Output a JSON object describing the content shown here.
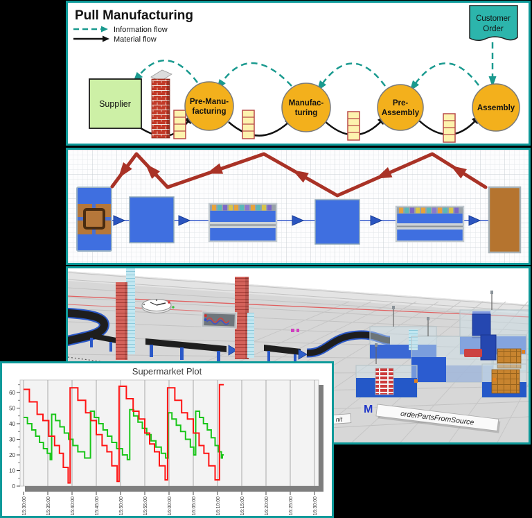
{
  "colors": {
    "panel_border": "#0d9a9a",
    "background": "#000000",
    "info_flow_teal": "#1a9a8f",
    "material_flow_black": "#111111",
    "process_node_orange": "#f3b01c",
    "supplier_green": "#cdf0a6",
    "customer_order_teal": "#2cb5ac",
    "sim_blue": "#3f6fe0",
    "sim_arrow_blue": "#2b55c0",
    "kanban_red_arrow": "#a93226",
    "drain_brown": "#b5742f",
    "series_red": "#ff1414",
    "series_green": "#19c619"
  },
  "process_chain": {
    "title": "Pull Manufacturing",
    "legend": [
      {
        "label": "Information flow",
        "style": "dashed-teal-arrow"
      },
      {
        "label": "Material flow",
        "style": "solid-black-arrow"
      }
    ],
    "customer_order": {
      "lines": [
        "Customer",
        "Order"
      ]
    },
    "nodes": [
      {
        "id": "supplier",
        "shape": "rect",
        "lines": [
          "Supplier"
        ]
      },
      {
        "id": "pre-manufacturing",
        "shape": "circle",
        "lines": [
          "Pre-Manu-",
          "facturing"
        ]
      },
      {
        "id": "manufacturing",
        "shape": "circle",
        "lines": [
          "Manufac-",
          "turing"
        ]
      },
      {
        "id": "pre-assembly",
        "shape": "circle",
        "lines": [
          "Pre-",
          "Assembly"
        ]
      },
      {
        "id": "assembly",
        "shape": "circle",
        "lines": [
          "Assembly"
        ]
      }
    ],
    "decorations": [
      "brick-pallet-stack-icon",
      "kanban-queue-icon-x4"
    ]
  },
  "sim_2d": {
    "blocks": [
      "source-pallet-block",
      "station-block",
      "supermarket-block",
      "station-block",
      "supermarket-block",
      "drain-block"
    ],
    "flow": "left-to-right material, right-to-left red kanban zigzag"
  },
  "sim_3d": {
    "labels": {
      "method_marker": "M",
      "method_name": "orderPartsFromSource",
      "partial_label": "nit"
    },
    "objects": [
      "s-curve-conveyor",
      "straight-conveyors",
      "red-ring-tower-x2",
      "cyan-ring-tower-x2",
      "analog-clock",
      "mini-plot-plaque",
      "glass-machine-complex",
      "orange-pallet-stacks",
      "red-part-stack"
    ]
  },
  "chart_data": {
    "type": "line",
    "title": "Supermarket Plot",
    "xlabel": "",
    "ylabel": "",
    "grid": "vertical-only",
    "legend_position": "none",
    "x_tick_interval_min": 5,
    "xlim_minutes": [
      0,
      60
    ],
    "ylim": [
      0,
      68
    ],
    "y_ticks": [
      0,
      10,
      20,
      30,
      40,
      50,
      60
    ],
    "x_ticks": [
      "15:30:00",
      "15:35:00",
      "15:40:00",
      "15:45:00",
      "15:50:00",
      "15:55:00",
      "16:00:00",
      "16:05:00",
      "16:10:00",
      "16:15:00",
      "16:20:00",
      "16:25:00",
      "16:30:00"
    ],
    "series": [
      {
        "name": "supermarket-level-green",
        "color": "#19c619",
        "end_min": 41.3,
        "points": [
          [
            0,
            44
          ],
          [
            0.8,
            40
          ],
          [
            1.7,
            36
          ],
          [
            2.5,
            32
          ],
          [
            3.3,
            28
          ],
          [
            4.1,
            24
          ],
          [
            4.9,
            21
          ],
          [
            5.5,
            17
          ],
          [
            5.8,
            46
          ],
          [
            6.6,
            42
          ],
          [
            7.5,
            38
          ],
          [
            8.4,
            34
          ],
          [
            9.3,
            30
          ],
          [
            10.2,
            26
          ],
          [
            11.2,
            22
          ],
          [
            12.6,
            18
          ],
          [
            13.8,
            48
          ],
          [
            14.6,
            44
          ],
          [
            15.5,
            40
          ],
          [
            16.4,
            36
          ],
          [
            17.3,
            32
          ],
          [
            18.2,
            28
          ],
          [
            19.2,
            24
          ],
          [
            20.4,
            20
          ],
          [
            21.4,
            17
          ],
          [
            21.9,
            49
          ],
          [
            22.7,
            45
          ],
          [
            23.6,
            41
          ],
          [
            24.5,
            37
          ],
          [
            25.4,
            33
          ],
          [
            26.3,
            29
          ],
          [
            27.3,
            25
          ],
          [
            28.4,
            21
          ],
          [
            29.3,
            18
          ],
          [
            29.8,
            47
          ],
          [
            30.6,
            43
          ],
          [
            31.5,
            39
          ],
          [
            32.4,
            35
          ],
          [
            33.4,
            30
          ],
          [
            34.4,
            25
          ],
          [
            35.1,
            20
          ],
          [
            35.5,
            48
          ],
          [
            36.3,
            44
          ],
          [
            37.1,
            40
          ],
          [
            37.9,
            36
          ],
          [
            38.7,
            31
          ],
          [
            39.5,
            26
          ],
          [
            40.2,
            22
          ],
          [
            40.8,
            18
          ],
          [
            41.0,
            20
          ]
        ]
      },
      {
        "name": "supermarket-level-red",
        "color": "#ff1414",
        "end_min": 41.3,
        "points": [
          [
            0,
            62
          ],
          [
            1.2,
            54
          ],
          [
            2.8,
            46
          ],
          [
            4.0,
            42
          ],
          [
            5.2,
            32
          ],
          [
            6.4,
            26
          ],
          [
            7.4,
            21
          ],
          [
            8.2,
            12
          ],
          [
            9.2,
            2
          ],
          [
            9.6,
            63
          ],
          [
            11.2,
            55
          ],
          [
            12.8,
            47
          ],
          [
            13.9,
            42
          ],
          [
            15.0,
            33
          ],
          [
            16.2,
            26
          ],
          [
            17.2,
            22
          ],
          [
            18.2,
            13
          ],
          [
            19.3,
            3
          ],
          [
            19.7,
            64
          ],
          [
            21.2,
            56
          ],
          [
            22.6,
            48
          ],
          [
            23.8,
            43
          ],
          [
            25.0,
            34
          ],
          [
            26.0,
            27
          ],
          [
            27.0,
            22
          ],
          [
            28.0,
            13
          ],
          [
            29.2,
            4
          ],
          [
            29.7,
            63
          ],
          [
            31.2,
            55
          ],
          [
            32.6,
            47
          ],
          [
            33.8,
            43
          ],
          [
            35.0,
            34
          ],
          [
            36.2,
            26
          ],
          [
            37.2,
            21
          ],
          [
            38.2,
            13
          ],
          [
            39.5,
            4
          ],
          [
            40.4,
            65
          ]
        ]
      }
    ]
  }
}
